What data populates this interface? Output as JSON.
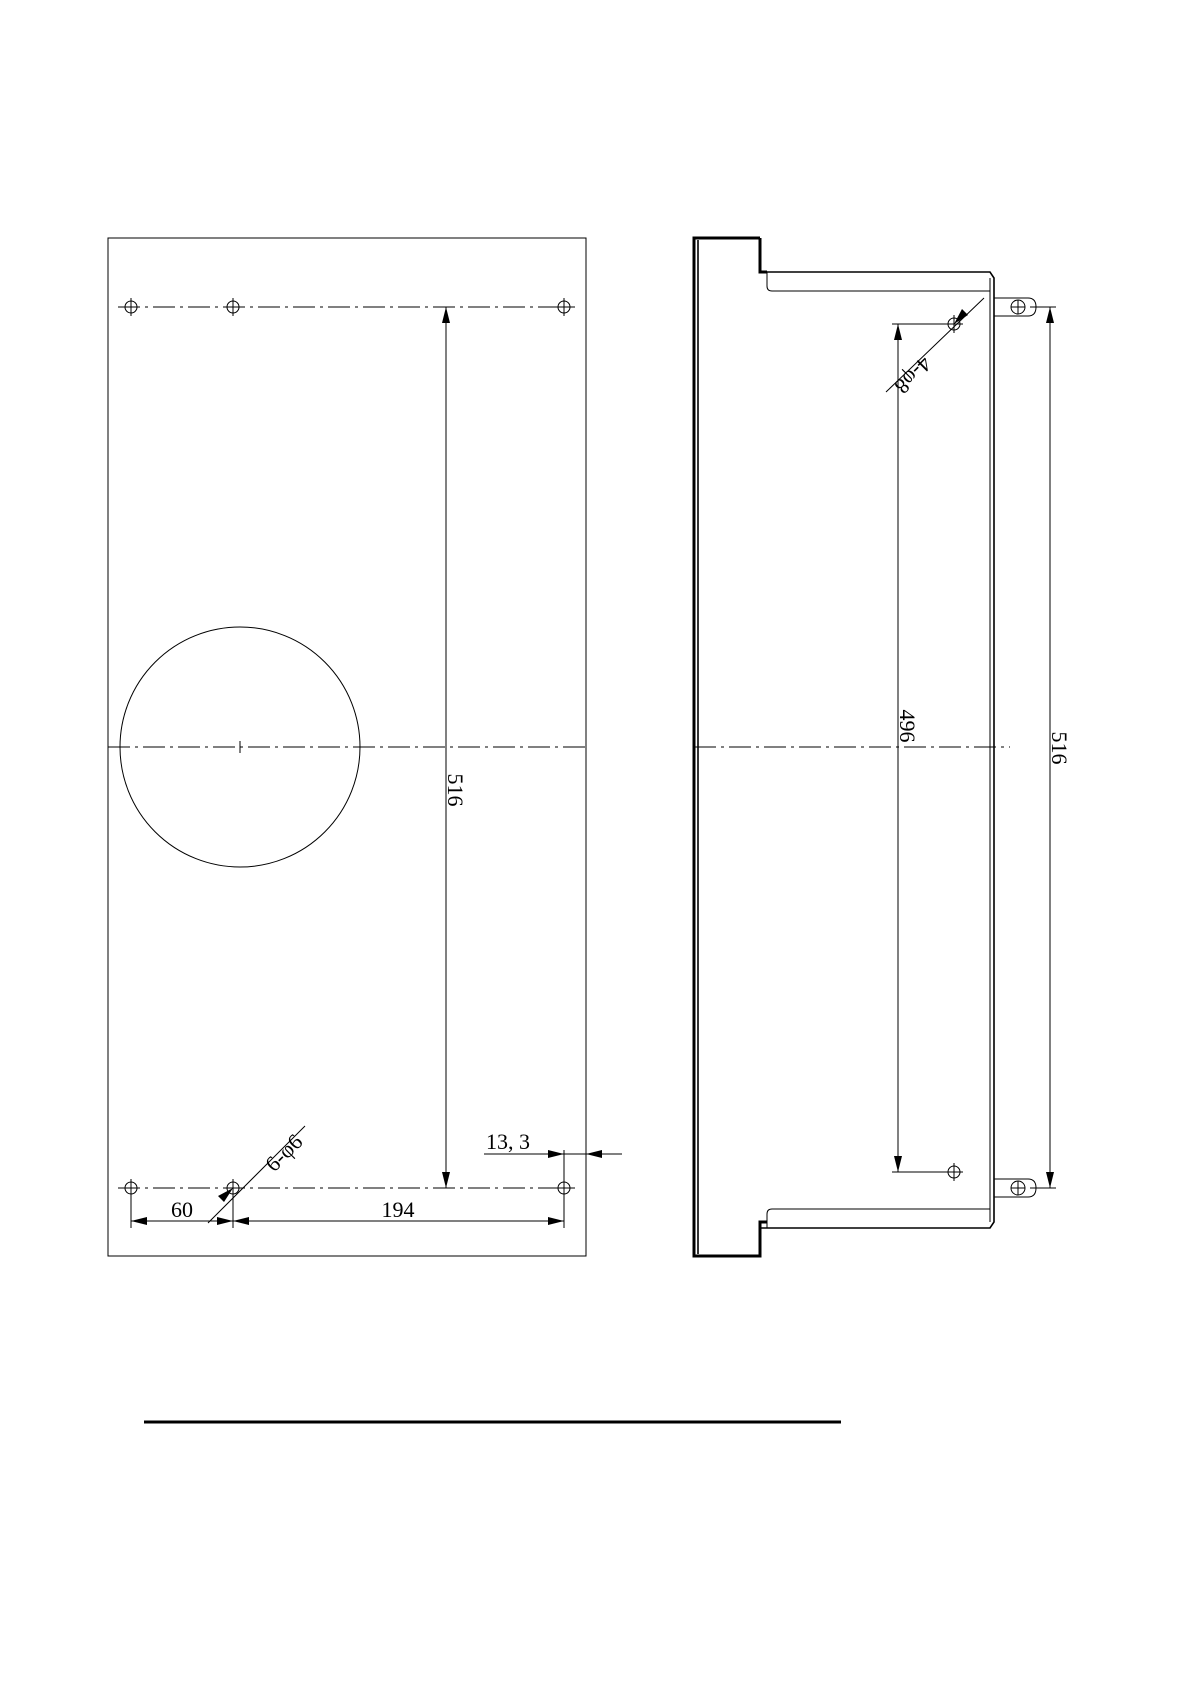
{
  "front_view": {
    "dim_height": "516",
    "dim_left_offset": "60",
    "dim_hole_span": "194",
    "dim_edge_offset": "13, 3",
    "hole_callout": "6-φ6"
  },
  "side_view": {
    "dim_inner_span": "496",
    "dim_outer_span": "516",
    "hole_callout": "4-φ8"
  }
}
